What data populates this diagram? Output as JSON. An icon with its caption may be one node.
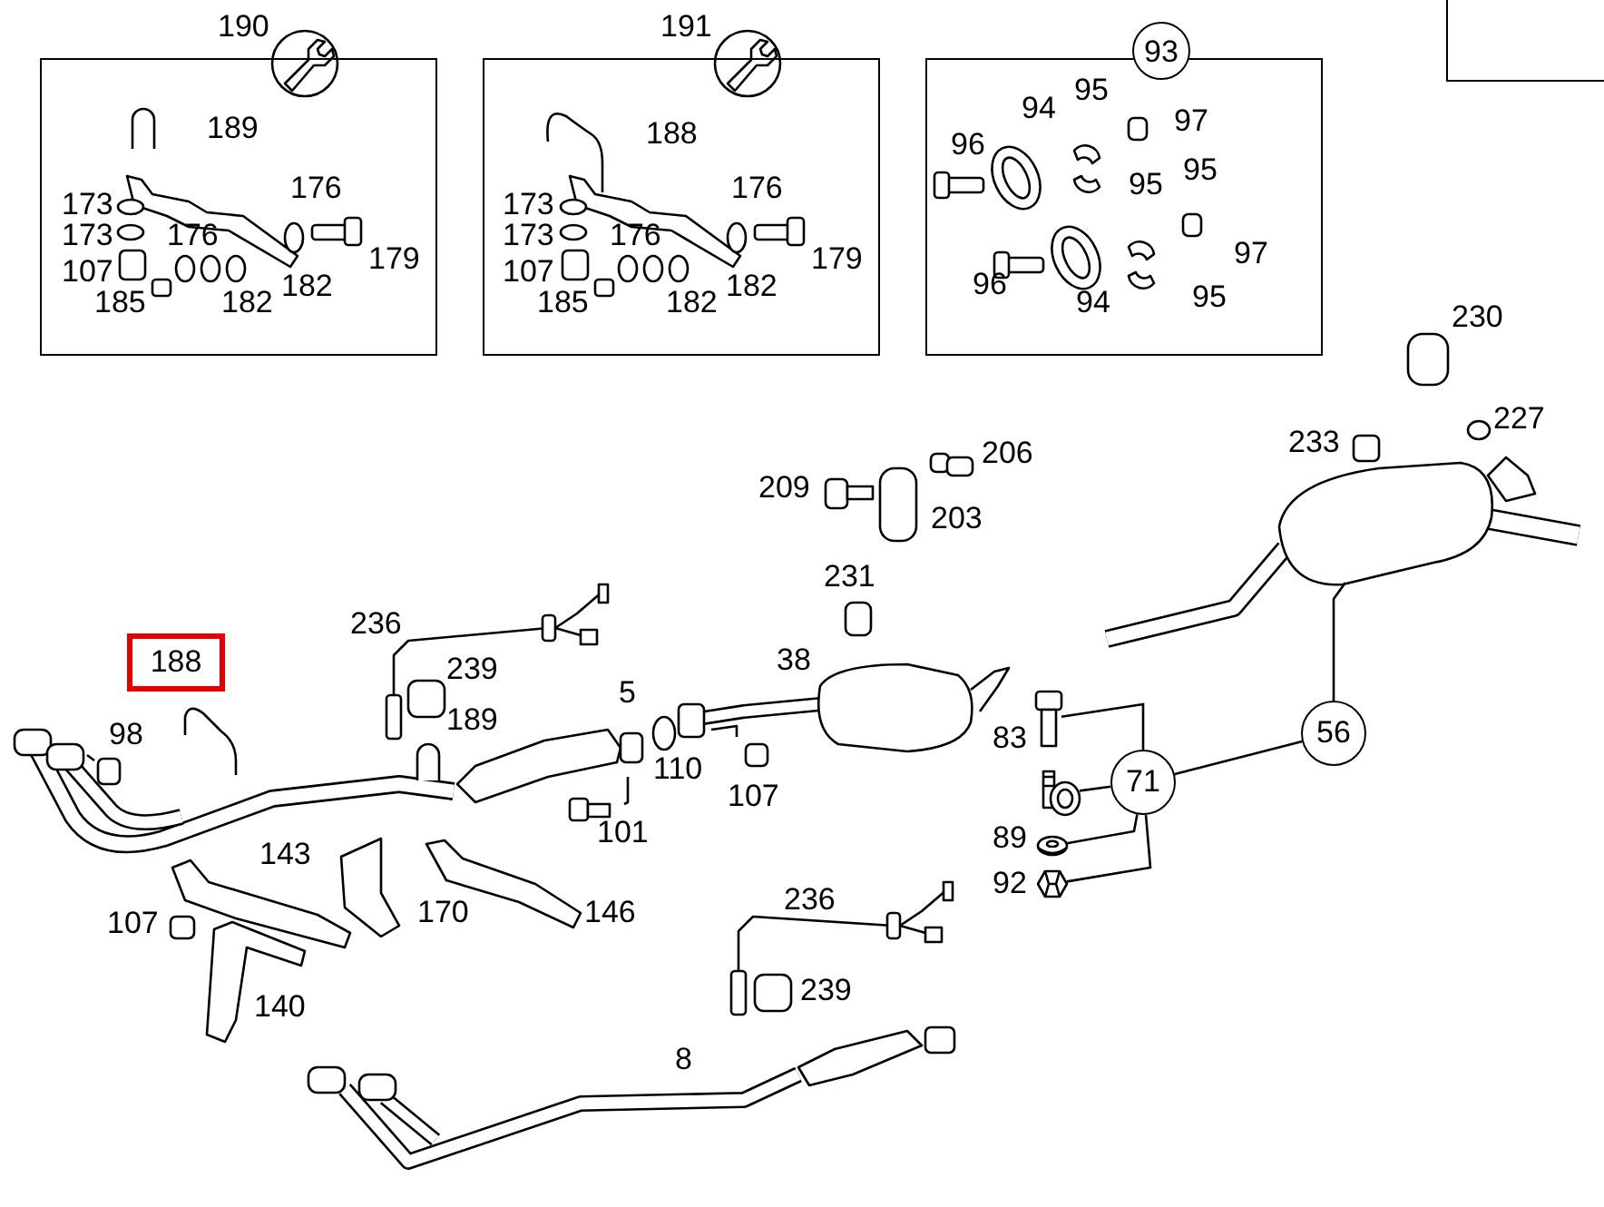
{
  "diagram": {
    "nodes": [
      {
        "text": [
          "190"
        ]
      },
      {
        "text": [
          "191"
        ]
      },
      {
        "text": [
          "93"
        ]
      },
      {
        "text": [],
        "shape": "box"
      },
      {
        "text": [
          "188"
        ]
      },
      {
        "text": [
          "71"
        ]
      },
      {
        "text": [
          "56"
        ]
      },
      {
        "text": [],
        "shape": "picture"
      },
      {
        "text": [],
        "shape": "picture"
      },
      {
        "text": [],
        "shape": "picture"
      },
      {
        "text": [],
        "shape": "picture"
      },
      {
        "text": [],
        "shape": "picture"
      }
    ],
    "edges": [
      {
        "from": 5,
        "to": 6,
        "arrow": "none"
      },
      {
        "from": 6,
        "to": 11,
        "arrow": "none"
      },
      {
        "from": 5,
        "to": 7,
        "arrow": "none"
      },
      {
        "from": 5,
        "to": 8,
        "arrow": "none"
      },
      {
        "from": 5,
        "to": 9,
        "arrow": "none"
      },
      {
        "from": 5,
        "to": 10,
        "arrow": "none"
      }
    ],
    "labels": [
      "189",
      "176",
      "173",
      "173",
      "176",
      "179",
      "107",
      "182",
      "185",
      "182",
      "188",
      "176",
      "173",
      "173",
      "176",
      "179",
      "107",
      "182",
      "185",
      "182",
      "95",
      "94",
      "97",
      "96",
      "95",
      "95",
      "97",
      "96",
      "94",
      "95",
      "230",
      "227",
      "233",
      "206",
      "209",
      "203",
      "231",
      "236",
      "38",
      "239",
      "5",
      "189",
      "98",
      "83",
      "110",
      "107",
      "101",
      "89",
      "143",
      "92",
      "170",
      "146",
      "236",
      "107",
      "239",
      "140",
      "8"
    ]
  }
}
